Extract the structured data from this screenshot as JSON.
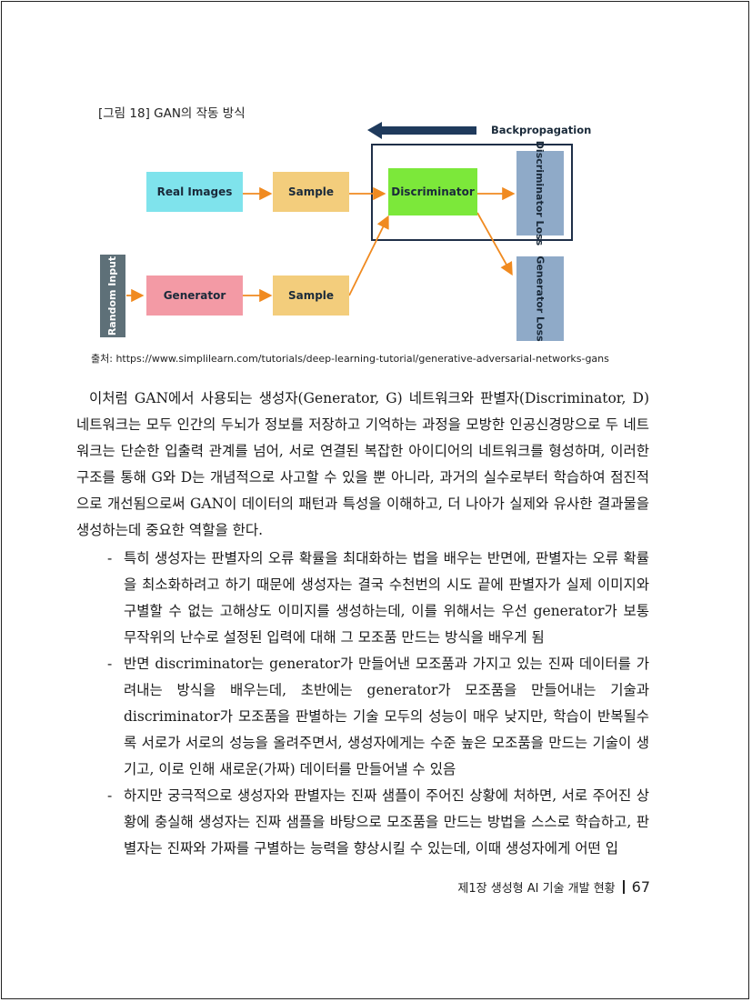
{
  "figure": {
    "caption": "[그림 18] GAN의 작동 방식",
    "boxes": {
      "real_images": "Real Images",
      "sample_top": "Sample",
      "discriminator": "Discriminator",
      "discriminator_loss": "Discriminator Loss",
      "random_input": "Random Input",
      "generator": "Generator",
      "sample_bottom": "Sample",
      "generator_loss": "Generator Loss"
    },
    "backpropagation_label": "Backpropagation",
    "colors": {
      "real_images": "#7fe3ec",
      "sample": "#f3cd7c",
      "discriminator": "#7ce83a",
      "loss": "#8faac8",
      "random_input": "#5e7078",
      "generator": "#f39aa5",
      "arrow": "#f08a20",
      "backprop_arrow": "#1f3a5c",
      "frame": "#1f2f48"
    }
  },
  "source": "출처: https://www.simplilearn.com/tutorials/deep-learning-tutorial/generative-adversarial-networks-gans",
  "paragraph": "이처럼 GAN에서 사용되는 생성자(Generator, G) 네트워크와 판별자(Discriminator, D) 네트워크는 모두 인간의 두뇌가 정보를 저장하고 기억하는 과정을 모방한 인공신경망으로 두 네트워크는 단순한 입출력 관계를 넘어, 서로 연결된 복잡한 아이디어의 네트워크를 형성하며, 이러한 구조를 통해 G와 D는 개념적으로 사고할 수 있을 뿐 아니라, 과거의 실수로부터 학습하여 점진적으로 개선됨으로써 GAN이 데이터의 패턴과 특성을 이해하고, 더 나아가 실제와 유사한 결과물을 생성하는데 중요한 역할을 한다.",
  "bullets": [
    {
      "dash": "-",
      "text": "특히 생성자는 판별자의 오류 확률을 최대화하는 법을 배우는 반면에, 판별자는 오류 확률을 최소화하려고 하기 때문에 생성자는 결국 수천번의 시도 끝에 판별자가 실제 이미지와 구별할 수 없는 고해상도 이미지를 생성하는데, 이를 위해서는 우선 generator가 보통 무작위의 난수로 설정된 입력에 대해 그 모조품 만드는 방식을 배우게 됨"
    },
    {
      "dash": "-",
      "text": "반면 discriminator는 generator가 만들어낸 모조품과 가지고 있는 진짜 데이터를 가려내는 방식을 배우는데, 초반에는 generator가 모조품을 만들어내는 기술과 discriminator가 모조품을 판별하는 기술 모두의 성능이 매우 낮지만, 학습이 반복될수록 서로가 서로의 성능을 올려주면서, 생성자에게는 수준 높은 모조품을 만드는 기술이 생기고, 이로 인해 새로운(가짜) 데이터를 만들어낼 수 있음"
    },
    {
      "dash": "-",
      "text": "하지만 궁극적으로 생성자와 판별자는 진짜 샘플이 주어진 상황에 처하면, 서로 주어진 상황에 충실해 생성자는 진짜 샘플을 바탕으로 모조품을 만드는 방법을 스스로 학습하고, 판별자는 진짜와 가짜를 구별하는 능력을 향상시킬 수 있는데, 이때 생성자에게 어떤 입"
    }
  ],
  "footer": {
    "chapter": "제1장 생성형 AI 기술 개발 현황",
    "page": "67"
  }
}
